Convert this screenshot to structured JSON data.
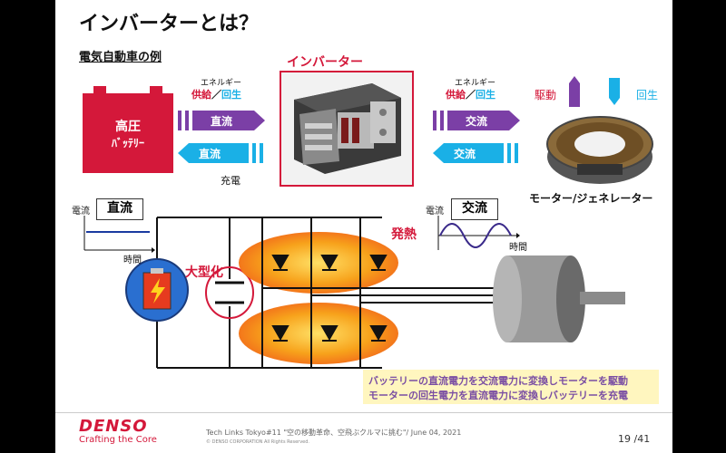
{
  "title": "インバーターとは？",
  "subtitle": "電気自動車の例",
  "battery": {
    "line1": "高圧",
    "line2": "ﾊﾞｯﾃﾘｰ"
  },
  "left_energy": {
    "label": "エネルギー",
    "supply": "供給",
    "slash": "／",
    "regen": "回生"
  },
  "left_arrows": {
    "top": "直流",
    "bottom": "直流",
    "charge": "充電"
  },
  "inverter": {
    "label": "インバーター"
  },
  "right_energy": {
    "label": "エネルギー",
    "supply": "供給",
    "slash": "／",
    "regen": "回生"
  },
  "right_arrows": {
    "top": "交流",
    "bottom": "交流"
  },
  "motor": {
    "drive": "駆動",
    "regen": "回生",
    "caption": "モーター/ジェネレーター"
  },
  "dc_graph": {
    "current": "電流",
    "type": "直流",
    "time": "時間"
  },
  "ac_graph": {
    "current": "電流",
    "type": "交流",
    "time": "時間"
  },
  "labels": {
    "heat": "発熱",
    "bigger": "大型化"
  },
  "notes": {
    "line1": "バッテリーの直流電力を交流電力に変換しモーターを駆動",
    "line2": "モーターの回生電力を直流電力に変換しバッテリーを充電"
  },
  "footer": {
    "logo": "DENSO",
    "tagline": "Crafting the Core",
    "event": "Tech Links Tokyo#11 \"空の移動革命、空飛ぶクルマに挑む\"/ June 04, 2021",
    "copyright": "© DENSO CORPORATION All Rights Reserved.",
    "page": "19 /41"
  },
  "colors": {
    "red": "#d4183a",
    "purple": "#7b3fa6",
    "cyan": "#1ab0e6",
    "note_bg": "#fff6bf",
    "heat": "#f7a21b"
  }
}
